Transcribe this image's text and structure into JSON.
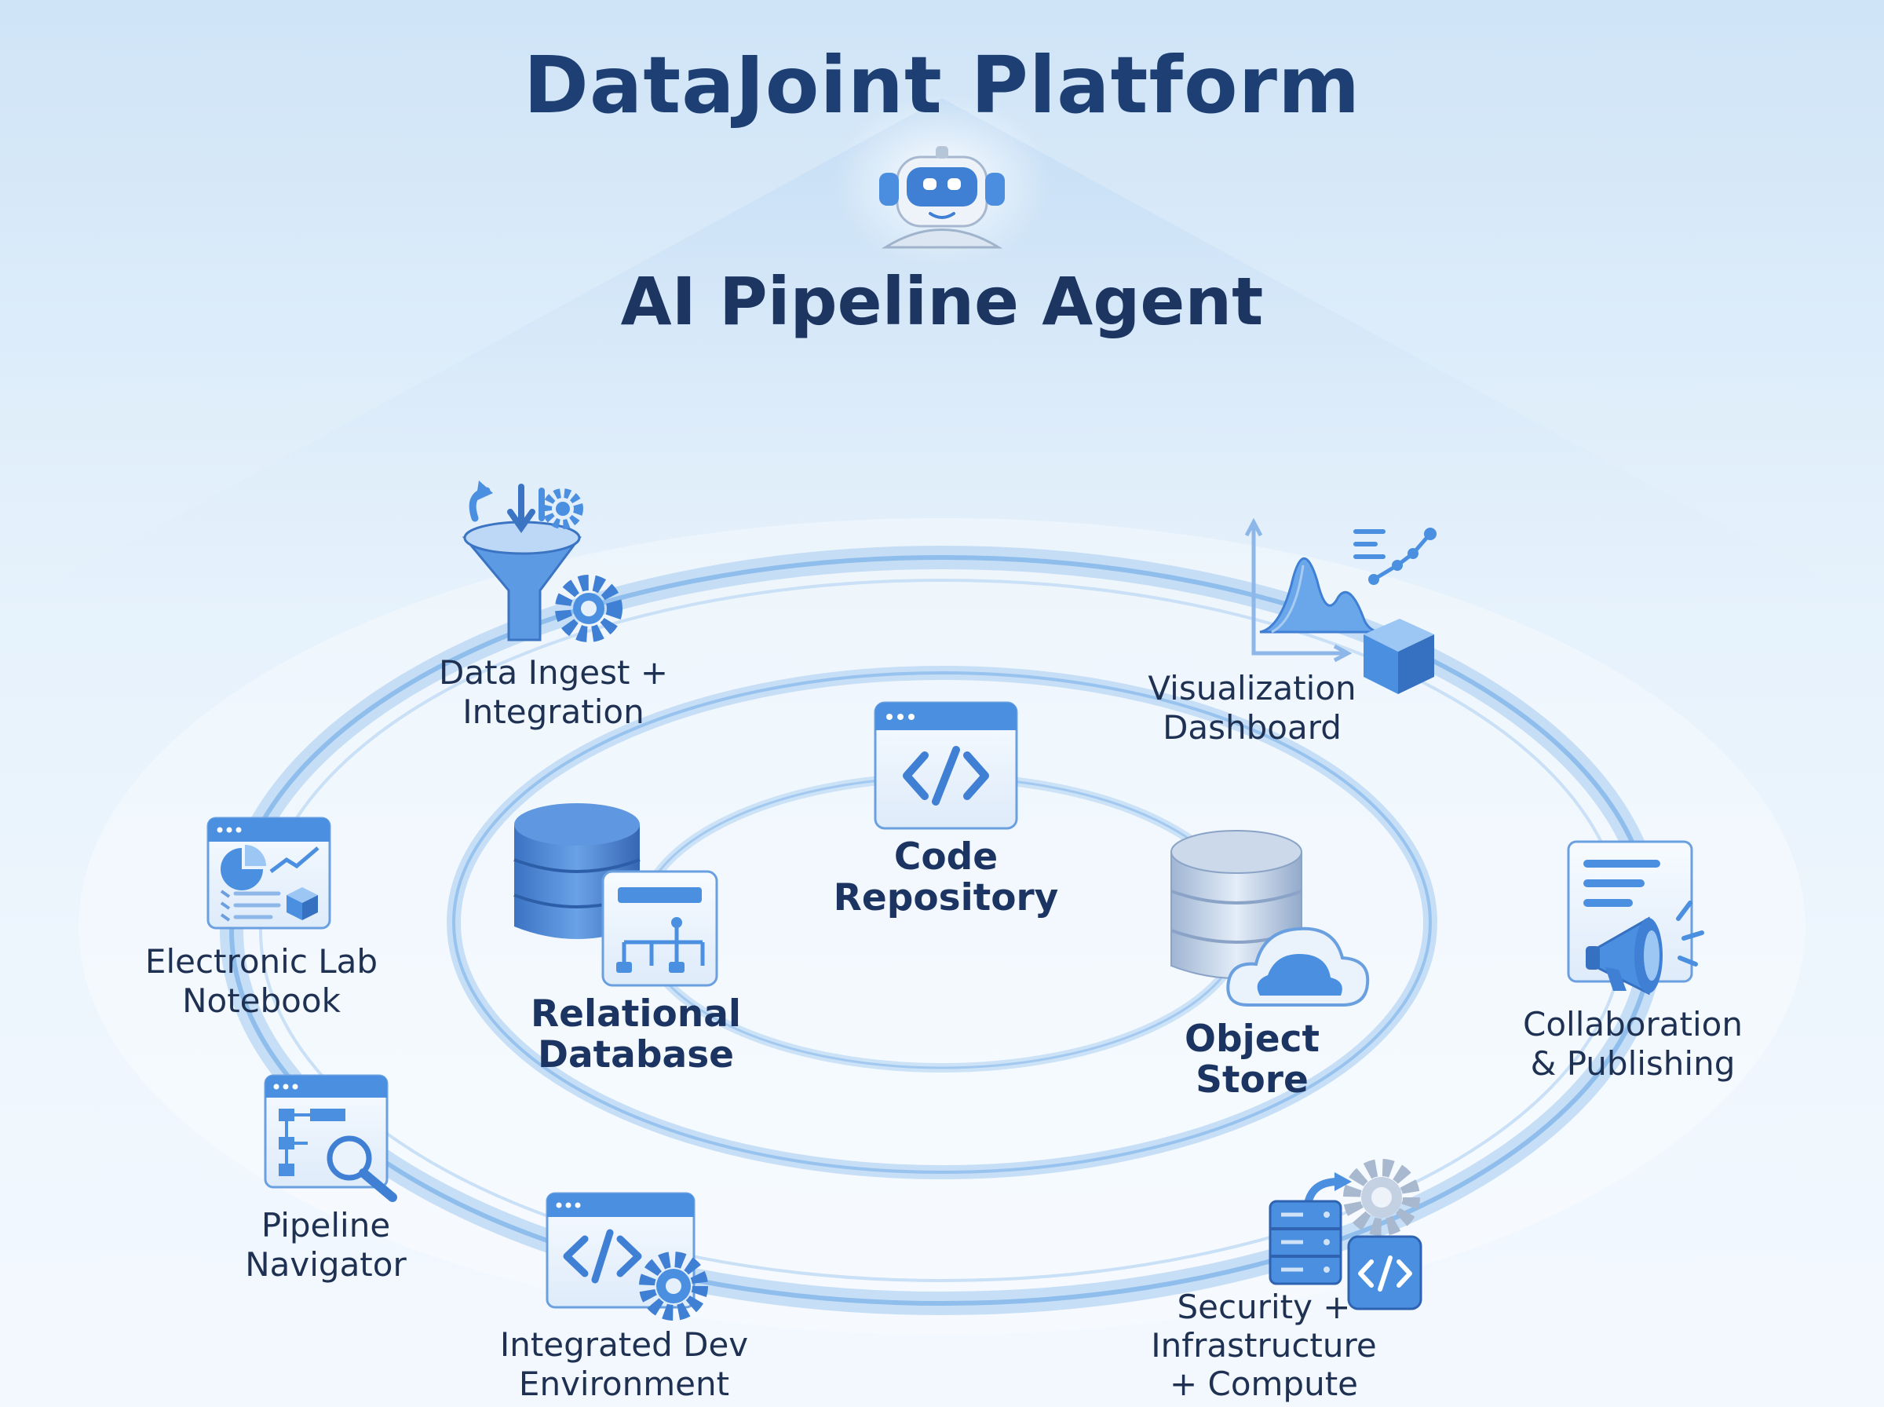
{
  "title": "DataJoint Platform",
  "agent": {
    "label": "AI Pipeline Agent",
    "icon": "robot-icon"
  },
  "core": {
    "code_repository": {
      "line1": "Code",
      "line2": "Repository",
      "icon": "code-window-icon"
    },
    "relational_database": {
      "line1": "Relational",
      "line2": "Database",
      "icon": "database-schema-icon"
    },
    "object_store": {
      "line1": "Object",
      "line2": "Store",
      "icon": "database-cloud-icon"
    }
  },
  "modules": {
    "data_ingest": {
      "line1": "Data Ingest +",
      "line2": "Integration",
      "icon": "funnel-gear-icon"
    },
    "visualization": {
      "line1": "Visualization",
      "line2": "Dashboard",
      "icon": "chart-cube-icon"
    },
    "lab_notebook": {
      "line1": "Electronic Lab",
      "line2": "Notebook",
      "icon": "notebook-window-icon"
    },
    "collaboration": {
      "line1": "Collaboration",
      "line2": "& Publishing",
      "icon": "megaphone-document-icon"
    },
    "pipeline_navigator": {
      "line1": "Pipeline",
      "line2": "Navigator",
      "icon": "flow-magnifier-icon"
    },
    "ide": {
      "line1": "Integrated Dev",
      "line2": "Environment",
      "icon": "code-gear-icon"
    },
    "security": {
      "line1": "Security +",
      "line2": "Infrastructure",
      "line3": "+ Compute",
      "icon": "server-gear-icon"
    }
  },
  "colors": {
    "accent": "#4a8fe0",
    "dark": "#1d3f73",
    "ring": "#a9cdf2"
  }
}
